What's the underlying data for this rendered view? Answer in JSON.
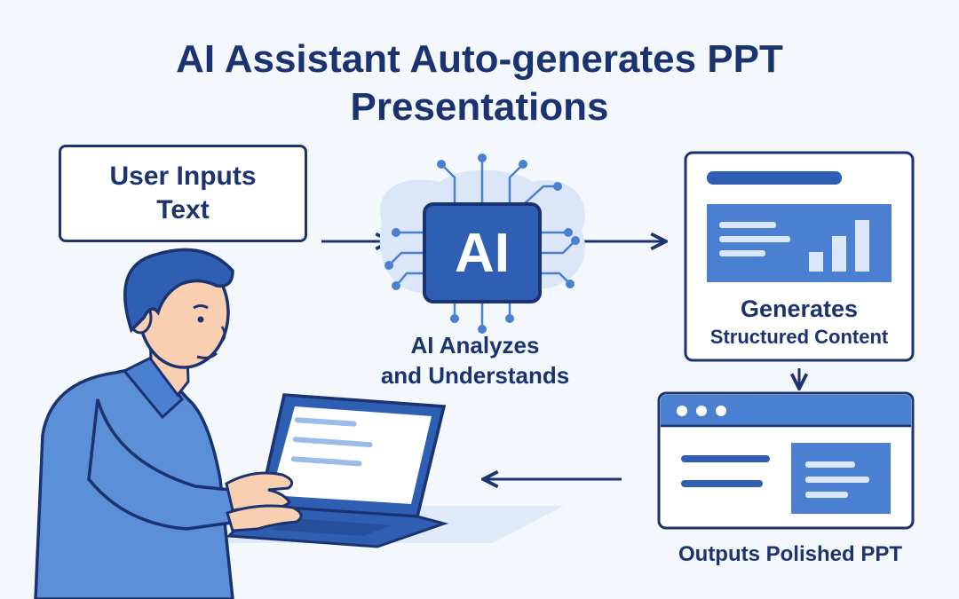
{
  "title": {
    "line1": "AI Assistant Auto-generates PPT",
    "line2": "Presentations"
  },
  "steps": {
    "input": {
      "line1": "User Inputs",
      "line2": "Text"
    },
    "ai": {
      "chip_text": "AI",
      "line1": "AI Analyzes",
      "line2": "and Understands"
    },
    "generate": {
      "line1": "Generates",
      "line2": "Structured Content"
    },
    "output": {
      "label": "Outputs Polished PPT"
    }
  },
  "colors": {
    "navy": "#1c3372",
    "blue": "#4a7fd1",
    "light_blue": "#dbe7f8",
    "background": "#f4f8fd"
  },
  "icons": [
    "circuit-chip-icon",
    "slide-preview-icon",
    "browser-window-icon",
    "laptop-icon",
    "person-illustration"
  ]
}
